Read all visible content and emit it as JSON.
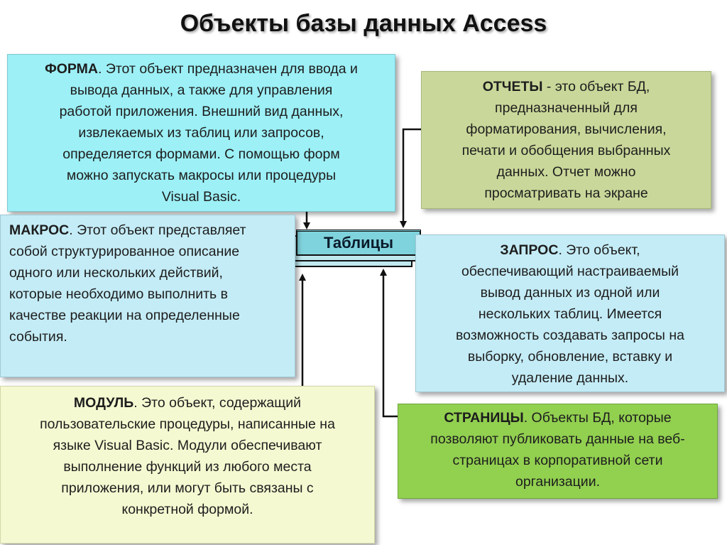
{
  "title": "Объекты базы данных Access",
  "center": {
    "label": "Таблицы"
  },
  "forma": {
    "term": "ФОРМА",
    "lines": [
      ". Этот объект предназначен для ввода и",
      "вывода данных, а также для управления",
      "работой приложения. Внешний вид данных,",
      "извлекаемых из таблиц или запросов,",
      "определяется формами. С помощью форм",
      "можно запускать макросы или процедуры",
      "Visual Basic."
    ]
  },
  "otchety": {
    "term": "ОТЧЕТЫ",
    "lines": [
      " - это объект БД,",
      "предназначенный для",
      "форматирования, вычисления,",
      "печати и обобщения выбранных",
      "данных. Отчет можно",
      "просматривать на экране"
    ]
  },
  "makros": {
    "term": "МАКРОС",
    "lines": [
      ". Этот объект представляет",
      "собой структурированное описание",
      "одного или нескольких действий,",
      "которые необходимо выполнить в",
      "качестве реакции на определенные",
      "события."
    ]
  },
  "zapros": {
    "term": "ЗАПРОС",
    "lines": [
      ". Это объект,",
      "обеспечивающий настраиваемый",
      "вывод данных из одной или",
      "нескольких таблиц. Имеется",
      "возможность создавать запросы на",
      "выборку, обновление, вставку и",
      "удаление данных."
    ]
  },
  "modul": {
    "term": "МОДУЛЬ",
    "lines": [
      ". Это объект, содержащий",
      "пользовательские процедуры, написанные на",
      "языке Visual Basic. Модули обеспечивают",
      "выполнение функций из любого места",
      "приложения, или могут быть связаны с",
      "конкретной формой."
    ]
  },
  "stranitsy": {
    "term": "СТРАНИЦЫ",
    "lines": [
      ". Объекты БД, которые",
      "позволяют публиковать данные на веб-",
      "страницах в корпоративной сети",
      "организации."
    ]
  },
  "colors": {
    "forma": "#9cf0f6",
    "otchety": "#c9d89a",
    "makros": "#c4ecf6",
    "zapros": "#c4ecf6",
    "modul": "#f5f9d1",
    "stranitsy": "#92d050",
    "tables": "#7fd3dc"
  }
}
